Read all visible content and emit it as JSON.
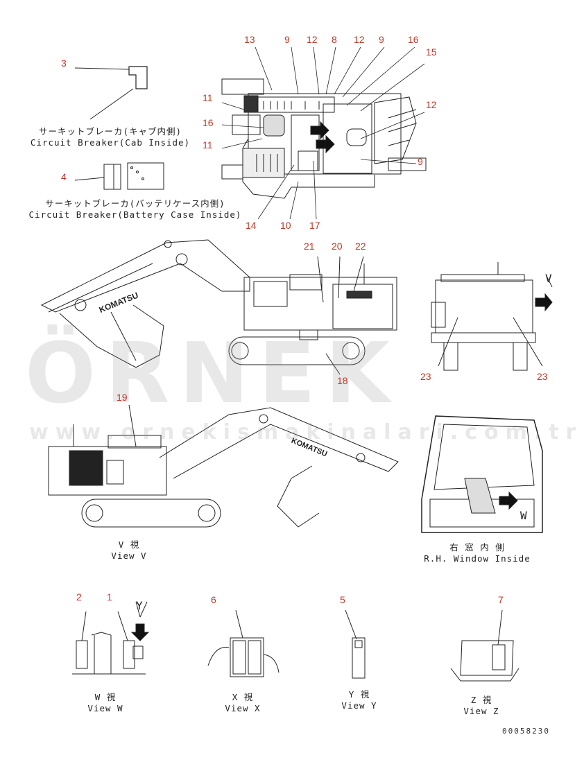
{
  "drawing_code": "00058230",
  "watermark": {
    "brand": "ÖRNEK",
    "url": "www.ornekismakinalari.com.tr"
  },
  "callouts": {
    "c13": "13",
    "c9a": "9",
    "c12a": "12",
    "c8": "8",
    "c12b": "12",
    "c9b": "9",
    "c16a": "16",
    "c15": "15",
    "c12c": "12",
    "c9c": "9",
    "c11a": "11",
    "c16b": "16",
    "c11b": "11",
    "c14": "14",
    "c10": "10",
    "c17": "17",
    "c3": "3",
    "c4": "4",
    "c21": "21",
    "c20": "20",
    "c22": "22",
    "c18": "18",
    "c23a": "23",
    "c23b": "23",
    "c19": "19",
    "c2": "2",
    "c1": "1",
    "c6": "6",
    "c5": "5",
    "c7": "7"
  },
  "captions": {
    "cab_jp": "サーキットブレーカ(キャブ内側)",
    "cab_en": "Circuit Breaker(Cab Inside)",
    "battery_jp": "サーキットブレーカ(バッテリケース内側)",
    "battery_en": "Circuit Breaker(Battery Case Inside)",
    "view_v_jp": "V  視",
    "view_v_en": "View V",
    "window_jp": "右 窓 内 側",
    "window_en": "R.H. Window Inside",
    "view_w_jp": "W  視",
    "view_w_en": "View W",
    "view_x_jp": "X  視",
    "view_x_en": "View X",
    "view_y_jp": "Y  視",
    "view_y_en": "View Y",
    "view_z_jp": "Z  視",
    "view_z_en": "View Z"
  },
  "view_letters": {
    "v": "V",
    "w": "W",
    "y": "Y"
  },
  "brand_decal": "KOMATSU",
  "colors": {
    "callout": "#c0392b",
    "line": "#222222"
  }
}
